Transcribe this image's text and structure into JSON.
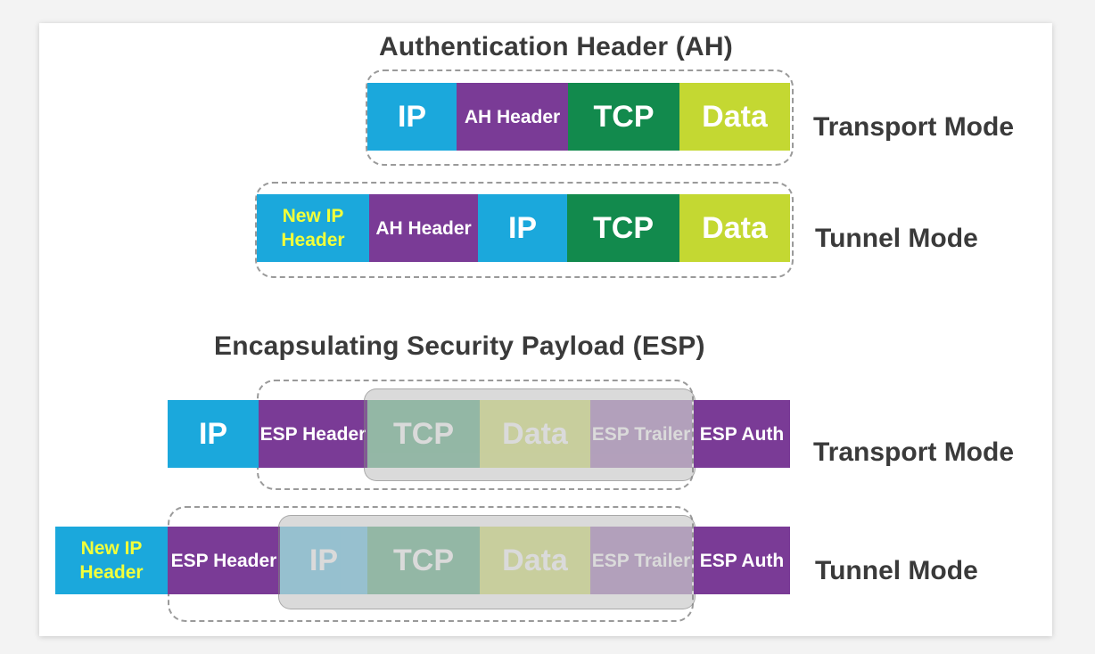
{
  "ah": {
    "title": "Authentication Header (AH)",
    "transport": {
      "mode_label": "Transport Mode",
      "blocks": [
        "IP",
        "AH Header",
        "TCP",
        "Data"
      ]
    },
    "tunnel": {
      "mode_label": "Tunnel Mode",
      "blocks": [
        "New IP Header",
        "AH Header",
        "IP",
        "TCP",
        "Data"
      ]
    }
  },
  "esp": {
    "title": "Encapsulating Security Payload (ESP)",
    "transport": {
      "mode_label": "Transport Mode",
      "blocks": [
        "IP",
        "ESP Header",
        "TCP",
        "Data",
        "ESP Trailer",
        "ESP Auth"
      ]
    },
    "tunnel": {
      "mode_label": "Tunnel Mode",
      "blocks": [
        "New IP Header",
        "ESP Header",
        "IP",
        "TCP",
        "Data",
        "ESP Trailer",
        "ESP Auth"
      ]
    }
  },
  "colors": {
    "ip": "#1ba8dc",
    "header": "#7a3b96",
    "tcp": "#128a4d",
    "data": "#c4d832",
    "new_ip_text": "#f2ff3a"
  }
}
